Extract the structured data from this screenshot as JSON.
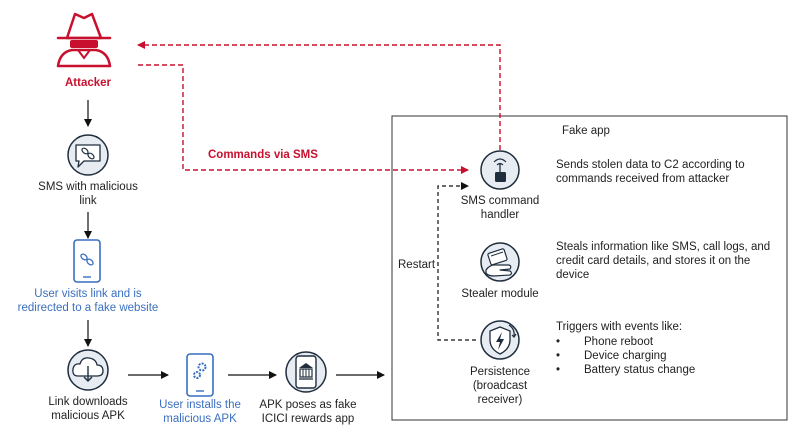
{
  "attacker": {
    "label": "Attacker"
  },
  "flow_left": {
    "sms": {
      "label": "SMS with malicious\nlink"
    },
    "visit": {
      "label": "User visits link and is\nredirected to a fake website"
    },
    "download": {
      "label": "Link downloads\nmalicious APK"
    },
    "install": {
      "label": "User installs the\nmalicious APK"
    },
    "poses": {
      "label": "APK poses as fake\nICICI rewards app"
    }
  },
  "commands_label": "Commands via SMS",
  "fake_app": {
    "title": "Fake app",
    "restart_label": "Restart",
    "components": [
      {
        "name": "SMS command\nhandler",
        "desc": "Sends stolen data to C2 according to\ncommands received from attacker"
      },
      {
        "name": "Stealer module",
        "desc": "Steals information like SMS, call logs, and\ncredit card details, and stores it on the\ndevice"
      },
      {
        "name": "Persistence\n(broadcast\nreceiver)",
        "desc": "Triggers with events like:"
      }
    ],
    "triggers": [
      "Phone reboot",
      "Device charging",
      "Battery status change"
    ]
  },
  "colors": {
    "accent_red": "#c8102e",
    "accent_blue": "#3a6fc0",
    "icon_bg": "#e6ecf2",
    "icon_stroke": "#1f2d3d"
  }
}
